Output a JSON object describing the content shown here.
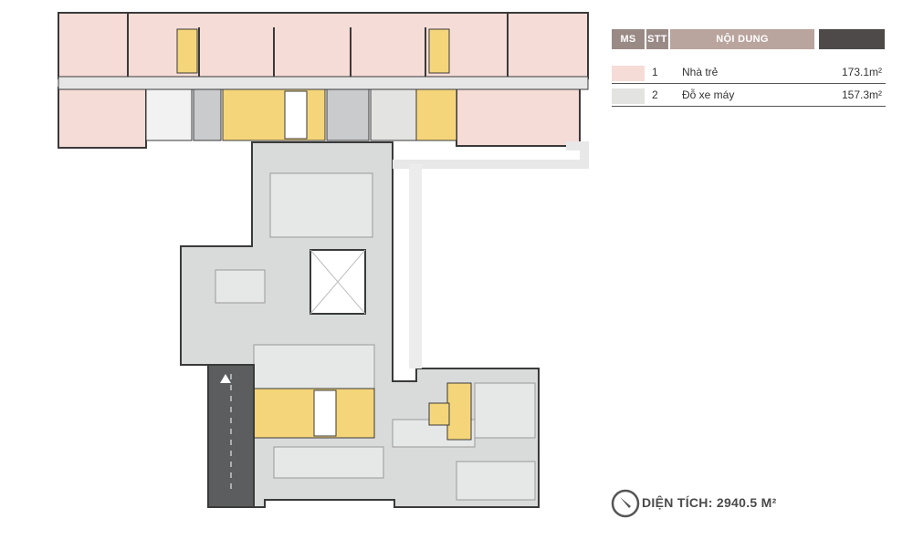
{
  "legend": {
    "headers": {
      "ms": "MS",
      "stt": "STT",
      "content": "NỘI DUNG"
    },
    "rows": [
      {
        "stt": "1",
        "name": "Nhà trẻ",
        "area": "173.1m²",
        "color": "#f6dcd7"
      },
      {
        "stt": "2",
        "name": "Đỗ xe máy",
        "area": "157.3m²",
        "color": "#e3e3e1"
      }
    ],
    "header_colors": {
      "ms_stt": "#9a8a86",
      "content": "#b9a49e",
      "dark": "#4d4a49"
    }
  },
  "total_area": "DIỆN TÍCH: 2940.5 M²",
  "colors": {
    "nursery": "#f6dcd7",
    "parking": "#d9dbdb",
    "core": "#f5d57a",
    "wall": "#3a3a3a",
    "ramp": "#5b5d5e"
  },
  "icons": {
    "compass": "compass-icon"
  }
}
